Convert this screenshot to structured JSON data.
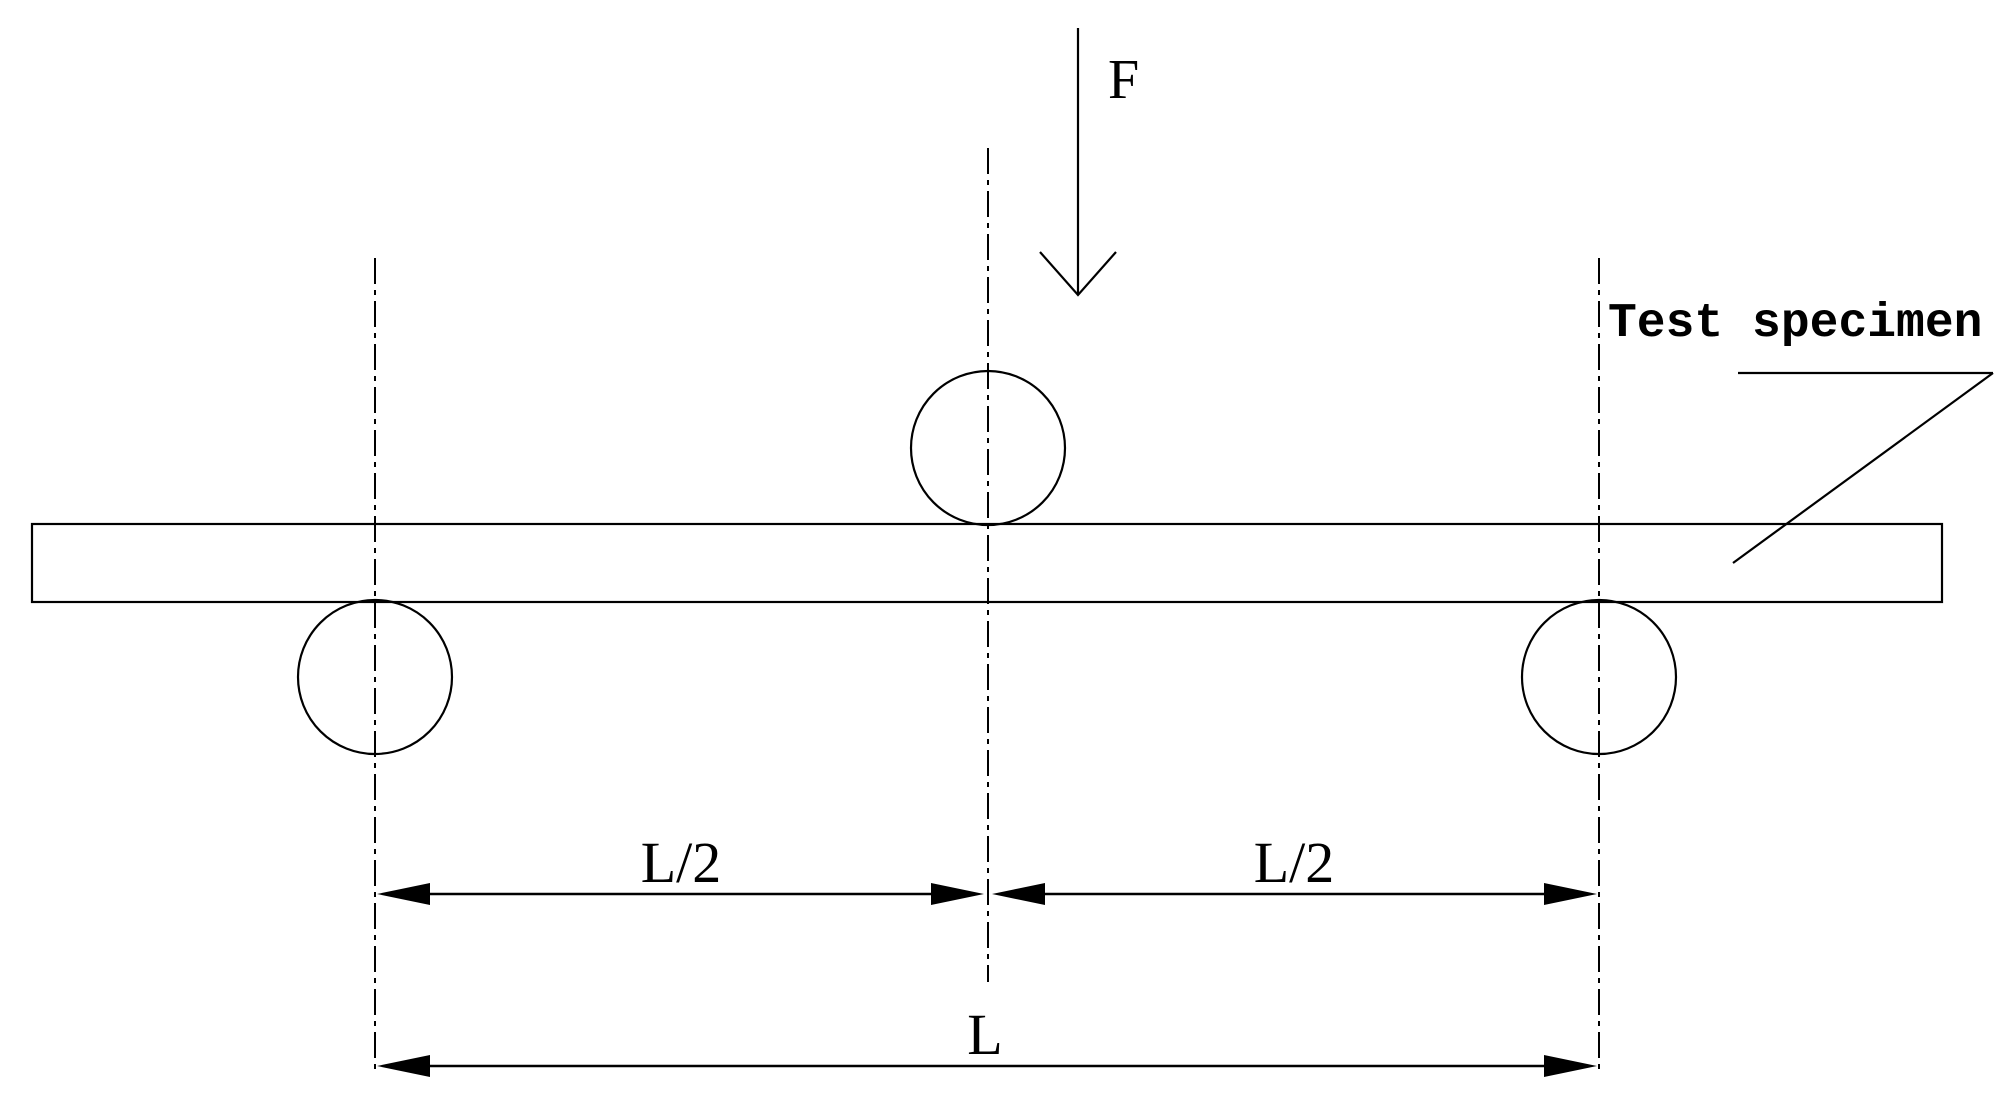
{
  "labels": {
    "force": "F",
    "specimen": "Test specimen",
    "half_span_left": "L/2",
    "half_span_right": "L/2",
    "span": "L"
  }
}
